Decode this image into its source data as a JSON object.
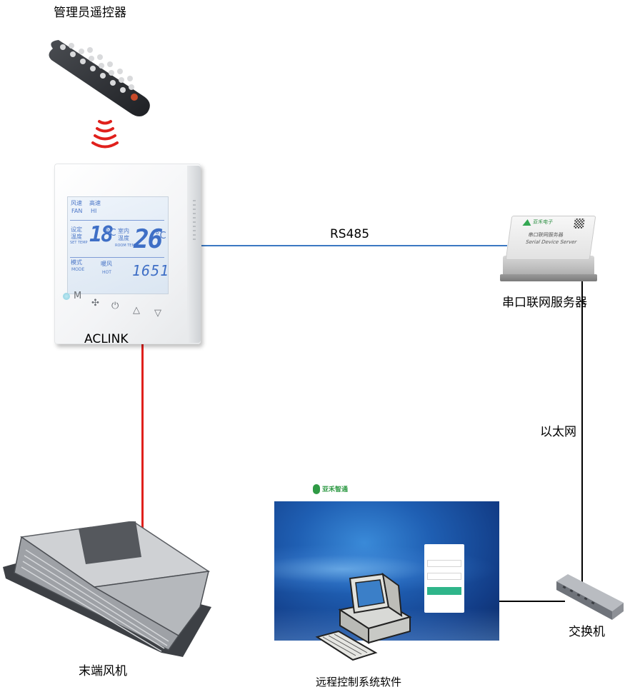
{
  "labels": {
    "remote": "管理员遥控器",
    "aclink": "ACLINK",
    "rs485": "RS485",
    "serial_server": "串口联网服务器",
    "ethernet": "以太网",
    "switch": "交换机",
    "fan_coil": "末端风机",
    "software": "远程控制系统软件"
  },
  "thermostat_lcd": {
    "fan_label_cn": "风速",
    "fan_label_en": "FAN",
    "fan_value_cn": "高速",
    "fan_value_en": "HI",
    "set_label_cn1": "设定",
    "set_label_cn2": "温度",
    "set_label_en": "SET TEMP",
    "set_value": "18",
    "room_label_cn1": "室内",
    "room_label_cn2": "温度",
    "room_label_en": "ROOM TEMP",
    "room_value": "26",
    "deg": "°C",
    "mode_label_cn": "模式",
    "mode_label_en": "MODE",
    "mode_value_cn": "暖风",
    "mode_value_en": "HOT",
    "clock": "1651"
  },
  "thermostat_buttons": [
    "M",
    "✣",
    "⏻",
    "△",
    "▽"
  ],
  "serial_server_plate": {
    "brand": "亚禾电子",
    "title_cn": "串口联网服务器",
    "title_en": "Serial Device Server"
  },
  "software_logo": "亚禾智通",
  "colors": {
    "rs485_line": "#3a78c2",
    "power_line": "#e0201c",
    "ethernet_line": "#000000",
    "radio_waves": "#e0201c"
  },
  "icons": {
    "remote": "remote-control-icon",
    "thermostat": "thermostat-icon",
    "server": "serial-server-icon",
    "switch": "network-switch-icon",
    "fan_coil": "fan-coil-icon",
    "computer": "computer-icon"
  }
}
